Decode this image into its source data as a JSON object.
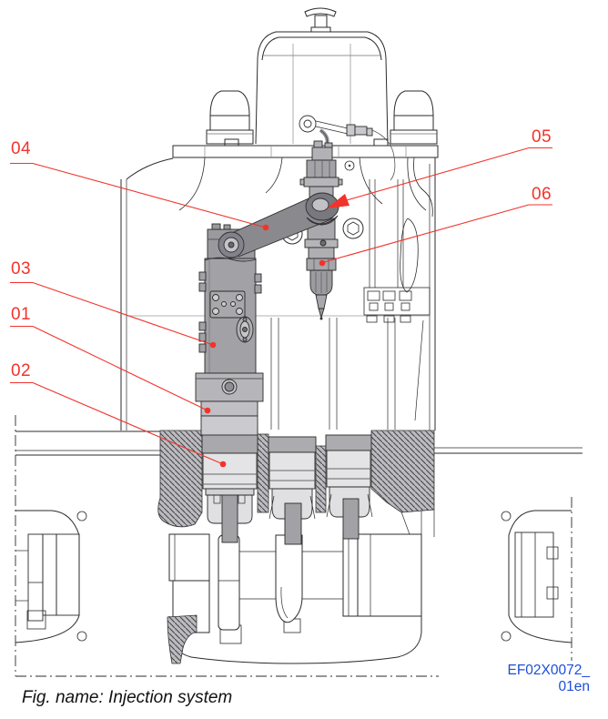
{
  "figure": {
    "caption": "Fig. name: Injection system",
    "code": "EF02X0072_ 01en"
  },
  "callouts": {
    "c01": {
      "label": "01"
    },
    "c02": {
      "label": "02"
    },
    "c03": {
      "label": "03"
    },
    "c04": {
      "label": "04"
    },
    "c05": {
      "label": "05"
    },
    "c06": {
      "label": "06"
    }
  },
  "colors": {
    "callout_red": "#f2332b",
    "code_blue": "#1d4fd7",
    "line": "#2b2b2b"
  }
}
